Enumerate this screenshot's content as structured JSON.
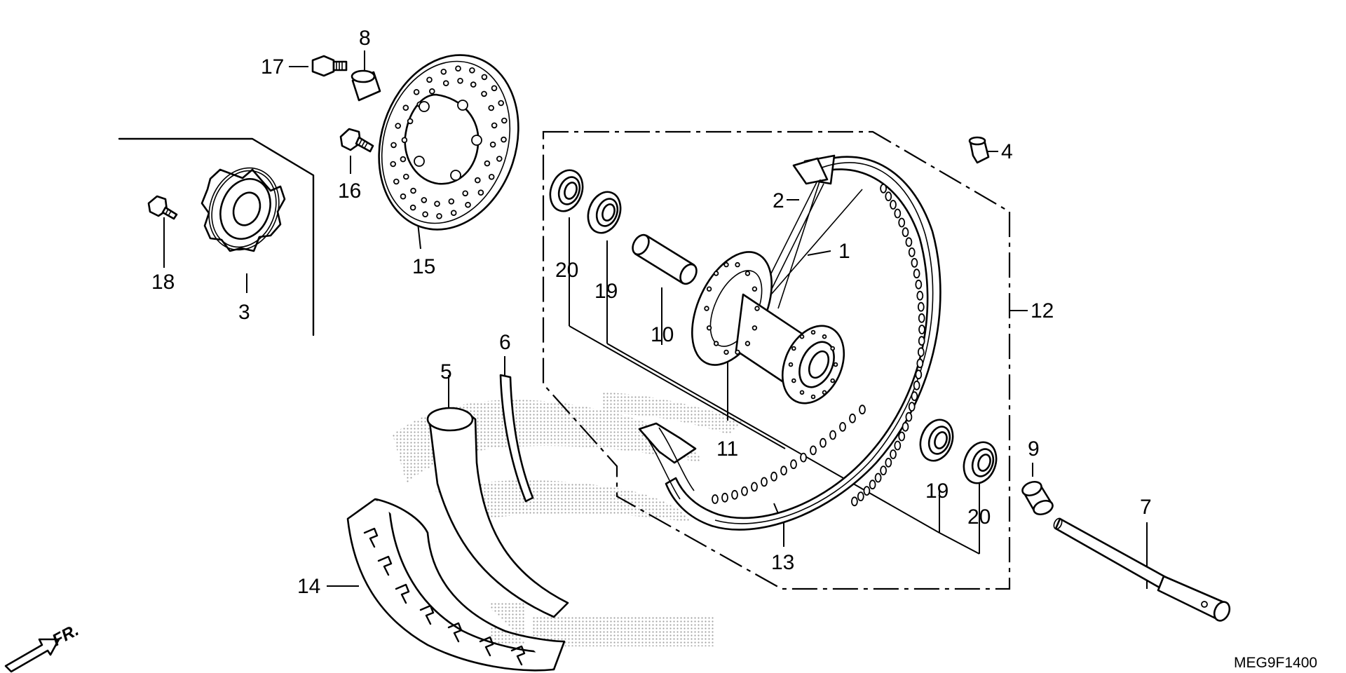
{
  "diagram": {
    "code": "MEG9F1400",
    "direction_label": "FR.",
    "watermark_icon": "honda-wing-logo-watermark",
    "callouts": {
      "p1": "1",
      "p2": "2",
      "p3": "3",
      "p4": "4",
      "p5": "5",
      "p6": "6",
      "p7": "7",
      "p8": "8",
      "p9": "9",
      "p10": "10",
      "p11": "11",
      "p12": "12",
      "p13": "13",
      "p14": "14",
      "p15": "15",
      "p16": "16",
      "p17": "17",
      "p18": "18",
      "p19a": "19",
      "p19b": "19",
      "p20a": "20",
      "p20b": "20"
    }
  }
}
